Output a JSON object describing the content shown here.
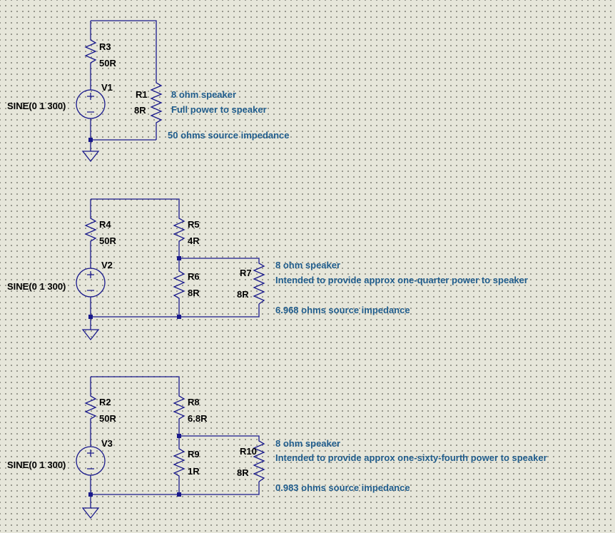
{
  "circuit1": {
    "source": {
      "name": "V1",
      "value": "SINE(0 1 300)"
    },
    "r_series": {
      "name": "R3",
      "value": "50R"
    },
    "r_load": {
      "name": "R1",
      "value": "8R"
    },
    "notes": [
      "8 ohm speaker",
      "Full power to speaker",
      "50 ohms source impedance"
    ]
  },
  "circuit2": {
    "source": {
      "name": "V2",
      "value": "SINE(0 1 300)"
    },
    "r_series": {
      "name": "R4",
      "value": "50R"
    },
    "r_top": {
      "name": "R5",
      "value": "4R"
    },
    "r_bottom": {
      "name": "R6",
      "value": "8R"
    },
    "r_load": {
      "name": "R7",
      "value": "8R"
    },
    "notes": [
      "8 ohm speaker",
      "Intended to provide approx one-quarter power to speaker",
      "6.968 ohms source impedance"
    ]
  },
  "circuit3": {
    "source": {
      "name": "V3",
      "value": "SINE(0 1 300)"
    },
    "r_series": {
      "name": "R2",
      "value": "50R"
    },
    "r_top": {
      "name": "R8",
      "value": "6.8R"
    },
    "r_bottom": {
      "name": "R9",
      "value": "1R"
    },
    "r_load": {
      "name": "R10",
      "value": "8R"
    },
    "notes": [
      "8 ohm speaker",
      "Intended to provide approx one-sixty-fourth power to speaker",
      "0.983 ohms source impedance"
    ]
  }
}
